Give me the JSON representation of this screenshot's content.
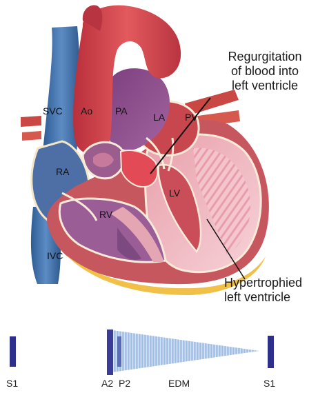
{
  "anatomy_labels": {
    "svc": "SVC",
    "ao": "Ao",
    "pa": "PA",
    "la": "LA",
    "pv": "PV",
    "ra": "RA",
    "lv": "LV",
    "rv": "RV",
    "ivc": "IVC"
  },
  "annotations": {
    "regurgitation": [
      "Regurgitation",
      "of blood into",
      "left ventricle"
    ],
    "hypertrophy": [
      "Hypertrophied",
      "left ventricle"
    ]
  },
  "heart_sounds": {
    "s1_first": "S1",
    "a2": "A2",
    "p2": "P2",
    "murmur": "EDM",
    "s1_second": "S1"
  },
  "colors": {
    "aorta": "#d4474f",
    "pulmonary_artery": "#8a4c8c",
    "vena_cava": "#3f6fa8",
    "myocardium": "#f2bcc4",
    "sound_marker": "#2e2f8a",
    "murmur_fill": "#8fb6e6"
  }
}
